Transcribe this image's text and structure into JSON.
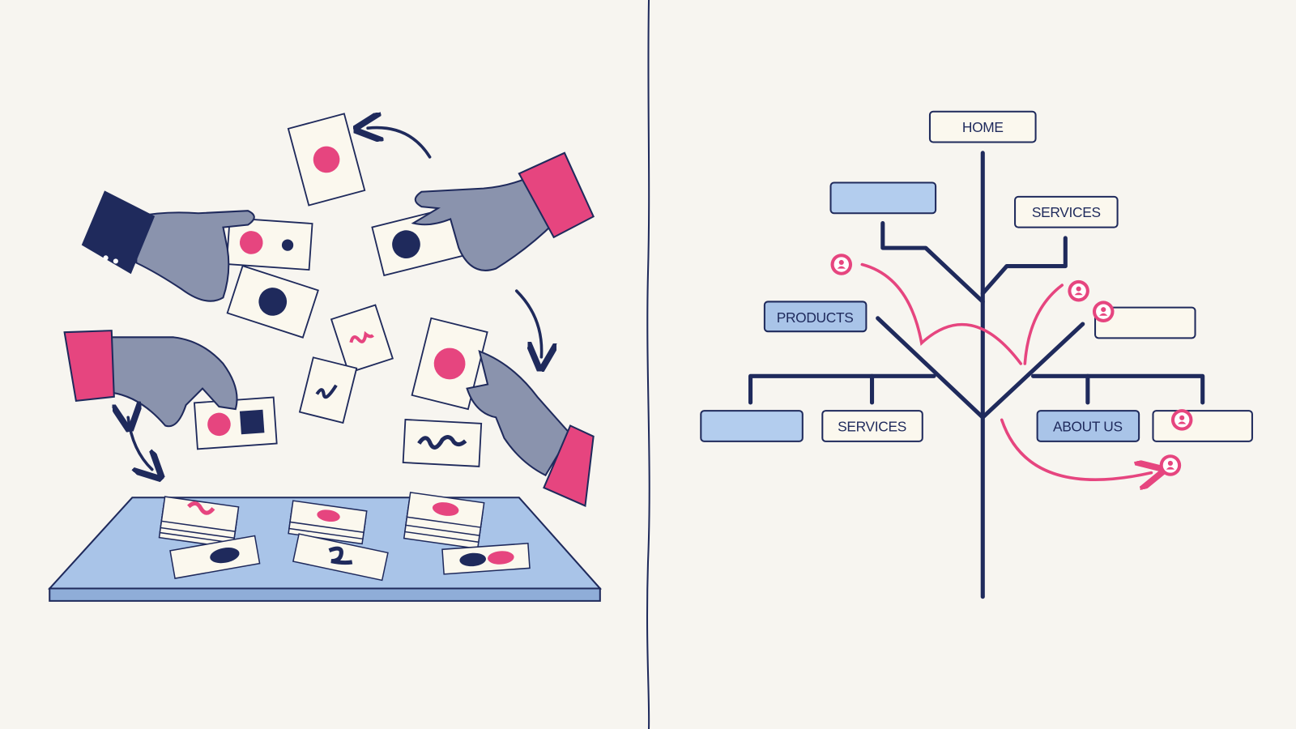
{
  "colors": {
    "background": "#f7f5f0",
    "navy": "#1f2a5c",
    "pink": "#e6457f",
    "light_blue": "#a9c4e8",
    "cream": "#fbf8ee",
    "hand_gray": "#8a93ad"
  },
  "tree": {
    "root": "HOME",
    "level1_right": "SERVICES",
    "level2_left": "PRODUCTS",
    "bottom_services": "SERVICES",
    "bottom_about": "ABOUT US"
  },
  "icons": [
    "user-icon",
    "arrow-icon",
    "card-icon",
    "hand-icon"
  ]
}
